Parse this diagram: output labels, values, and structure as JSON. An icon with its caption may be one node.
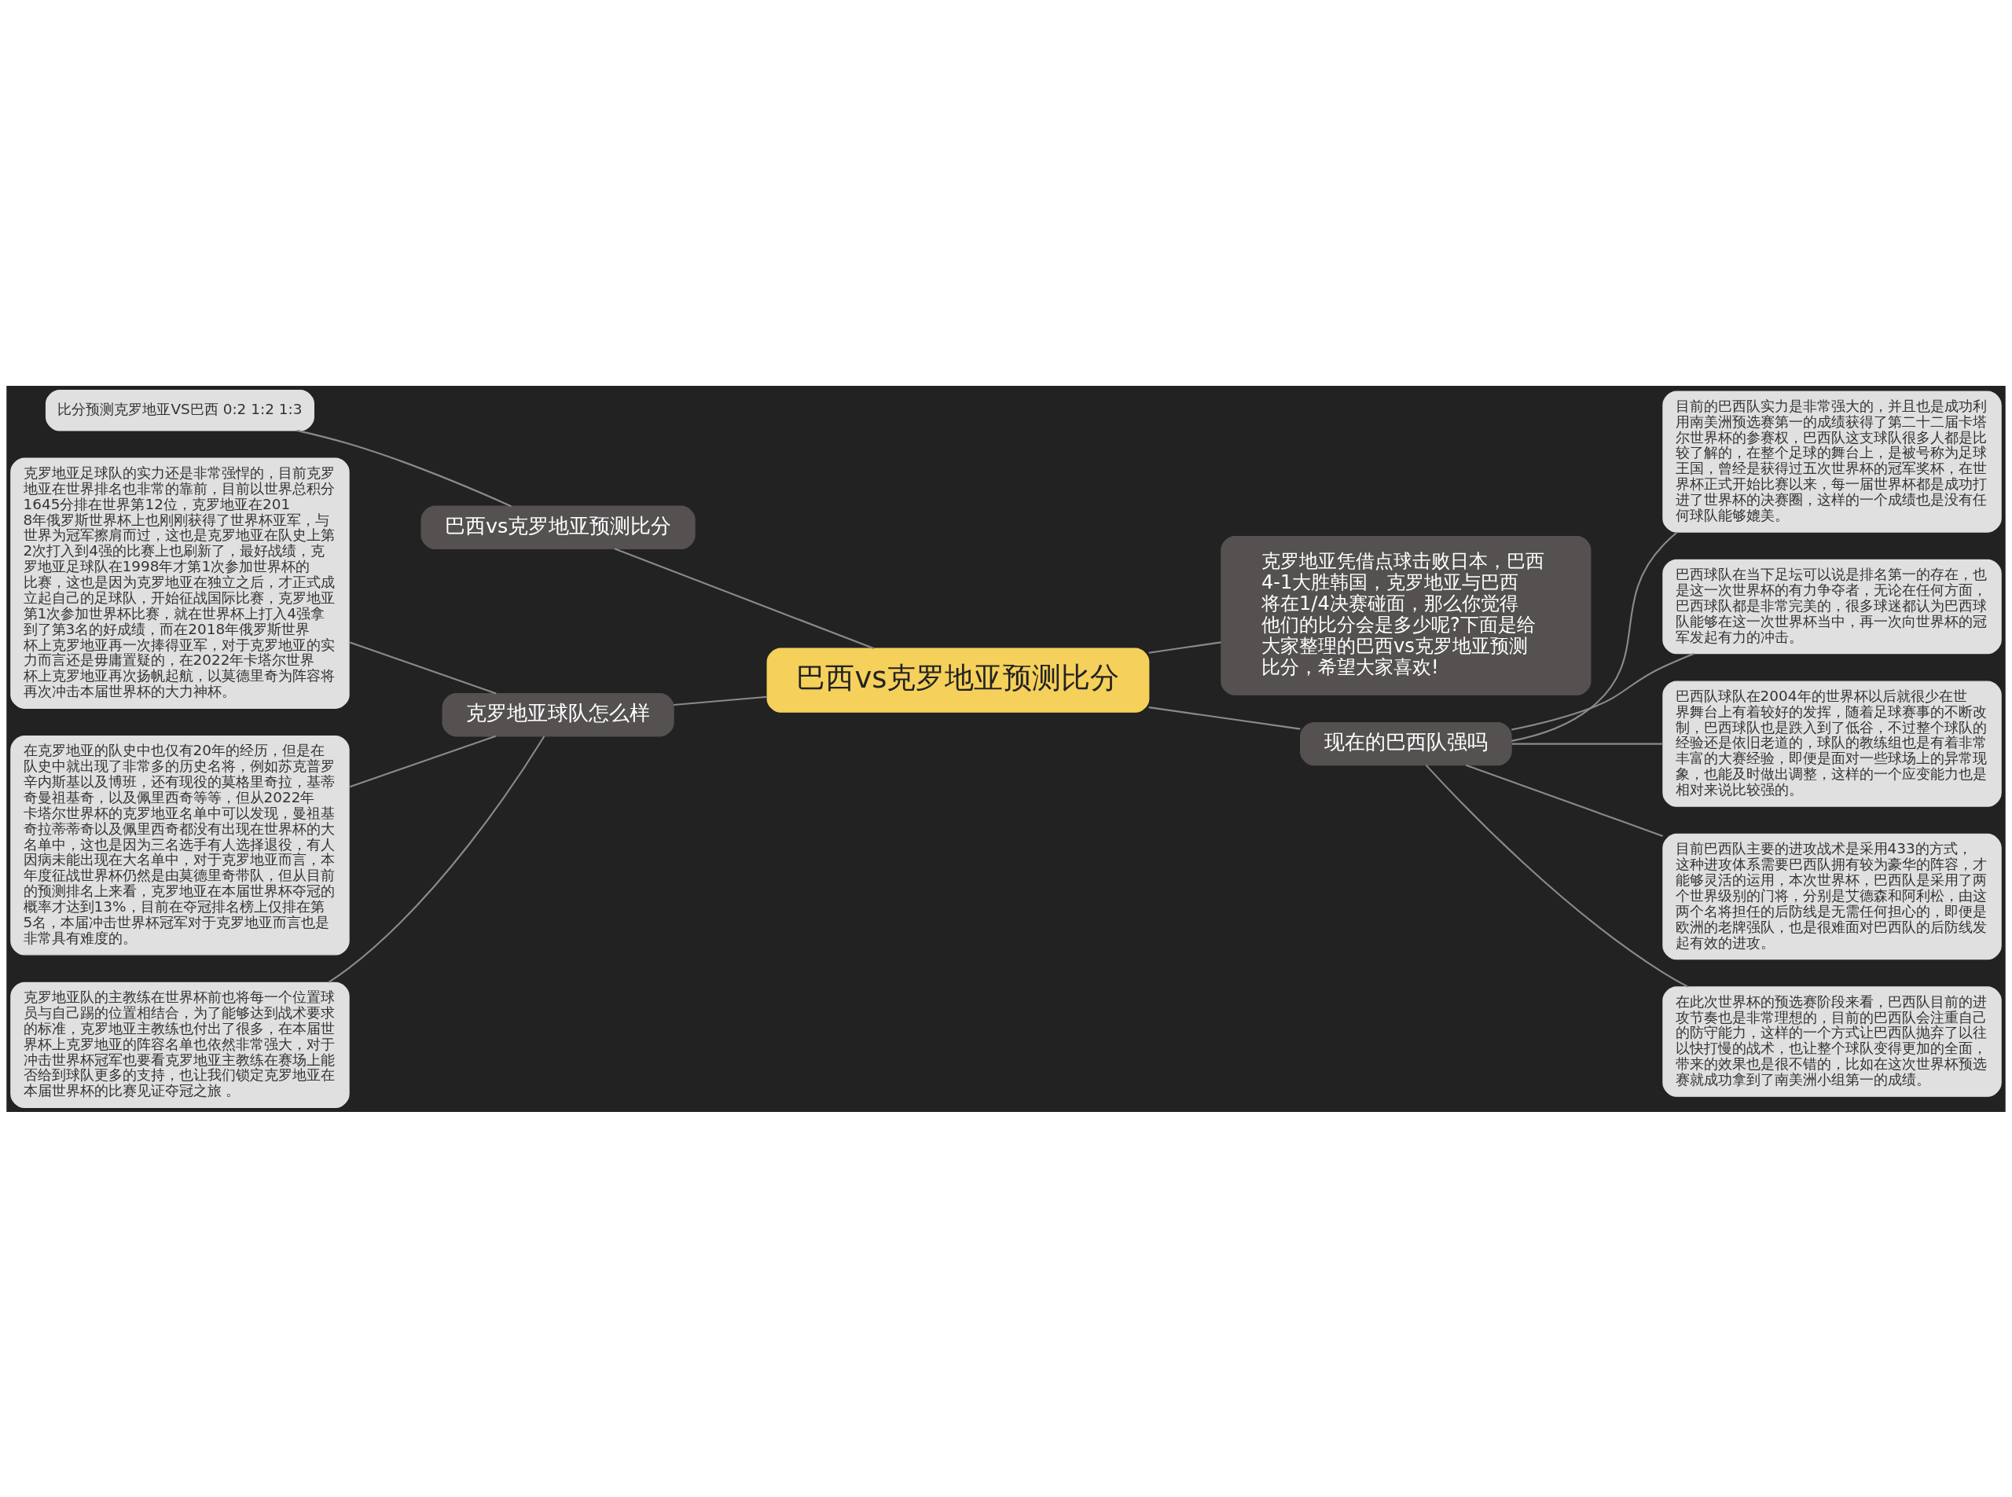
{
  "diagram": {
    "nodes": [
      {
        "text": [
          "巴西vs克罗地亚预测比分"
        ]
      },
      {
        "text": [
          "巴西vs克罗地亚预测比分"
        ]
      },
      {
        "text": [
          "比分预测克罗地亚VS巴西 0:2 1:2 1:3"
        ]
      },
      {
        "text": [
          "克罗地亚球队怎么样"
        ]
      },
      {
        "text": [
          "克罗地亚足球队的实力还是非常强悍的，目前克罗地亚在世界排名也非常的靠前，目前以世界总积分1645分排在世界第12位，克罗地亚在2018年俄罗斯世界杯上也刚刚获得了世界杯亚军，与世界为冠军擦肩而过，这也是克罗地亚在队史上第2次打入到4强的比赛上也刷新了，最好战绩，克罗地亚足球队在1998年才第1次参加世界杯的比赛，这也是因为克罗地亚在独立之后，才正式成立起自己的足球队，开始征战国际比赛，克罗地亚第1次参加世界杯比赛，就在世界杯上打入4强拿到了第3名的好成绩，而在2018年俄罗斯世界杯上克罗地亚再一次捧得亚军，对于克罗地亚的实力而言还是毋庸置疑的，在2022年卡塔尔世界杯上克罗地亚再次扬帆起航，以莫德里奇为阵容将再次冲击本届世界杯的大力神杯。"
        ]
      },
      {
        "text": [
          "在克罗地亚的队史中也仅有20年的经历，但是在队史中就出现了非常多的历史名将，例如苏克普罗辛内斯基以及博班，还有现役的莫格里奇拉，基蒂奇曼祖基奇，以及佩里西奇等等，但从2022年卡塔尔世界杯的克罗地亚名单中可以发现，曼祖基奇拉蒂蒂奇以及佩里西奇都没有出现在世界杯的大名单中，这也是因为三名选手有人选择退役，有人因病未能出现在大名单中，对于克罗地亚而言，本年度征战世界杯仍然是由莫德里奇带队，但从目前的预测排名上来看，克罗地亚在本届世界杯夺冠的概率才达到13%，目前在夺冠排名榜上仅排在第5名，本届冲击世界杯冠军对于克罗地亚而言也是非常具有难度的。"
        ]
      },
      {
        "text": [
          "克罗地亚队的主教练在世界杯前也将每一个位置球员与自己踢的位置相结合，为了能够达到战术要求的标准，克罗地亚主教练也付出了很多，在本届世界杯上克罗地亚的阵容名单也依然非常强大，对于冲击世界杯冠军也要看克罗地亚主教练在赛场上能否给到球队更多的支持，也让我们锁定克罗地亚在本届世界杯的比赛见证夺冠之旅 。"
        ]
      },
      {
        "text": [
          "克罗地亚凭借点球击败日本，巴西4-1大胜韩国，克罗地亚与巴西将在1/4决赛碰面，那么你觉得他们的比分会是多少呢?下面是给大家整理的巴西vs克罗地亚预测比分，希望大家喜欢!"
        ]
      },
      {
        "text": [
          "现在的巴西队强吗"
        ]
      },
      {
        "text": [
          "目前的巴西队实力是非常强大的，并且也是成功利用南美洲预选赛第一的成绩获得了第二十二届卡塔尔世界杯的参赛权，巴西队这支球队很多人都是比较了解的，在整个足球的舞台上，是被号称为足球王国，曾经是获得过五次世界杯的冠军奖杯，在世界杯正式开始比赛以来，每一届世界杯都是成功打进了世界杯的决赛圈，这样的一个成绩也是没有任何球队能够媲美。"
        ]
      },
      {
        "text": [
          "巴西球队在当下足坛可以说是排名第一的存在，也是这一次世界杯的有力争夺者，无论在任何方面，巴西球队都是非常完美的，很多球迷都认为巴西球队能够在这一次世界杯当中，再一次向世界杯的冠军发起有力的冲击。"
        ]
      },
      {
        "text": [
          "巴西队球队在2004年的世界杯以后就很少在世界舞台上有着较好的发挥，随着足球赛事的不断改制，巴西球队也是跌入到了低谷，不过整个球队的经验还是依旧老道的，球队的教练组也是有着非常丰富的大赛经验，即便是面对一些球场上的异常现象，也能及时做出调整，这样的一个应变能力也是相对来说比较强的。"
        ]
      },
      {
        "text": [
          "目前巴西队主要的进攻战术是采用433的方式，这种进攻体系需要巴西队拥有较为豪华的阵容，才能够灵活的运用，本次世界杯，巴西队是采用了两个世界级别的门将，分别是艾德森和阿利松，由这两个名将担任的后防线是无需任何担心的，即便是欧洲的老牌强队，也是很难面对巴西队的后防线发起有效的进攻。"
        ]
      },
      {
        "text": [
          "在此次世界杯的预选赛阶段来看，巴西队目前的进攻节奏也是非常理想的，目前的巴西队会注重自己的防守能力，这样的一个方式让巴西队抛弃了以往以快打慢的战术，也让整个球队变得更加的全面，带来的效果也是很不错的，比如在这次世界杯预选赛就成功拿到了南美洲小组第一的成绩。"
        ]
      }
    ],
    "edges": [
      {
        "from": 0,
        "to": 1,
        "arrow": "none"
      },
      {
        "from": 1,
        "to": 2,
        "arrow": "none"
      },
      {
        "from": 0,
        "to": 3,
        "arrow": "none"
      },
      {
        "from": 3,
        "to": 4,
        "arrow": "none"
      },
      {
        "from": 3,
        "to": 5,
        "arrow": "none"
      },
      {
        "from": 3,
        "to": 6,
        "arrow": "none"
      },
      {
        "from": 0,
        "to": 7,
        "arrow": "none"
      },
      {
        "from": 0,
        "to": 8,
        "arrow": "none"
      },
      {
        "from": 8,
        "to": 9,
        "arrow": "none"
      },
      {
        "from": 8,
        "to": 10,
        "arrow": "none"
      },
      {
        "from": 8,
        "to": 11,
        "arrow": "none"
      },
      {
        "from": 8,
        "to": 12,
        "arrow": "none"
      },
      {
        "from": 8,
        "to": 13,
        "arrow": "none"
      }
    ]
  }
}
